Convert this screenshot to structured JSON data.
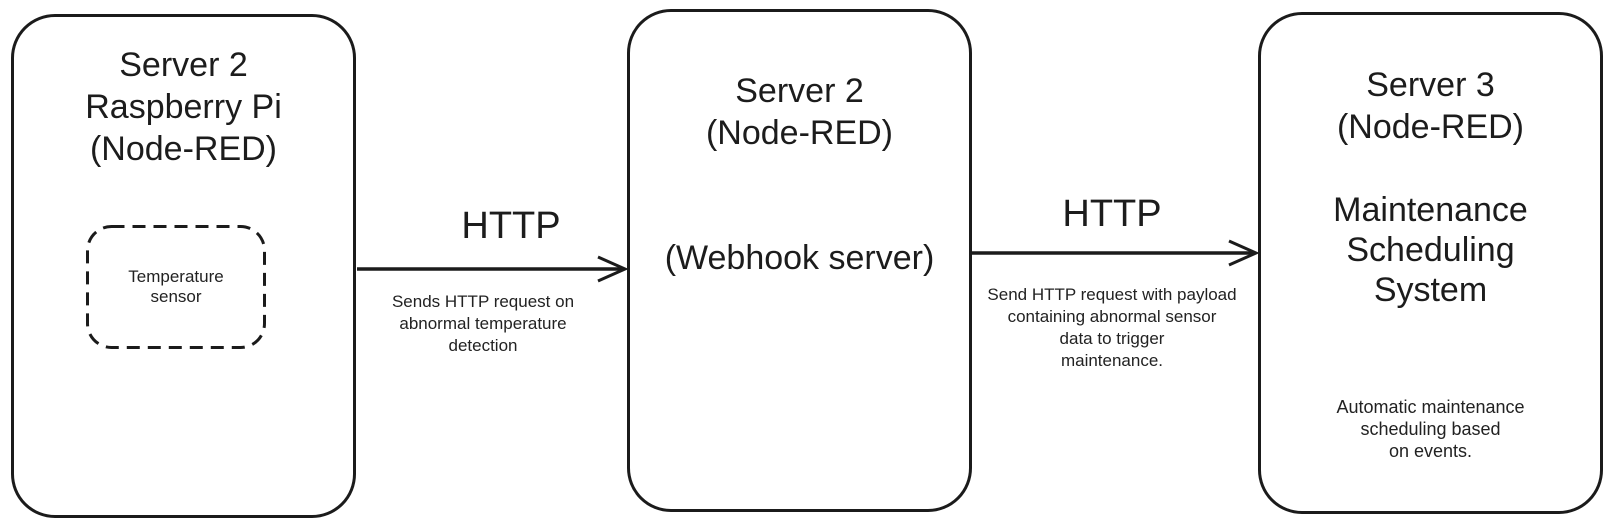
{
  "canvas": {
    "background_color": "#ffffff",
    "ink_color": "#1b1b1b"
  },
  "nodes": [
    {
      "id": "server2-raspberry-pi",
      "title_lines": [
        "Server 2",
        "Raspberry Pi",
        "(Node-RED)"
      ],
      "sensor": {
        "label_lines": [
          "Temperature",
          "sensor"
        ]
      }
    },
    {
      "id": "server2-webhook",
      "title_lines": [
        "Server 2",
        "(Node-RED)"
      ],
      "body": "(Webhook server)"
    },
    {
      "id": "server3-maintenance",
      "title_lines": [
        "Server 3",
        "(Node-RED)"
      ],
      "subtitle_lines": [
        "Maintenance",
        "Scheduling",
        "System"
      ],
      "caption_lines": [
        "Automatic maintenance",
        "scheduling based",
        "on events."
      ]
    }
  ],
  "edges": [
    {
      "label": "HTTP",
      "caption_lines": [
        "Sends HTTP request on",
        "abnormal temperature",
        "detection"
      ]
    },
    {
      "label": "HTTP",
      "caption_lines": [
        "Send HTTP request with payload",
        "containing abnormal sensor",
        "data to trigger",
        "maintenance."
      ]
    }
  ]
}
